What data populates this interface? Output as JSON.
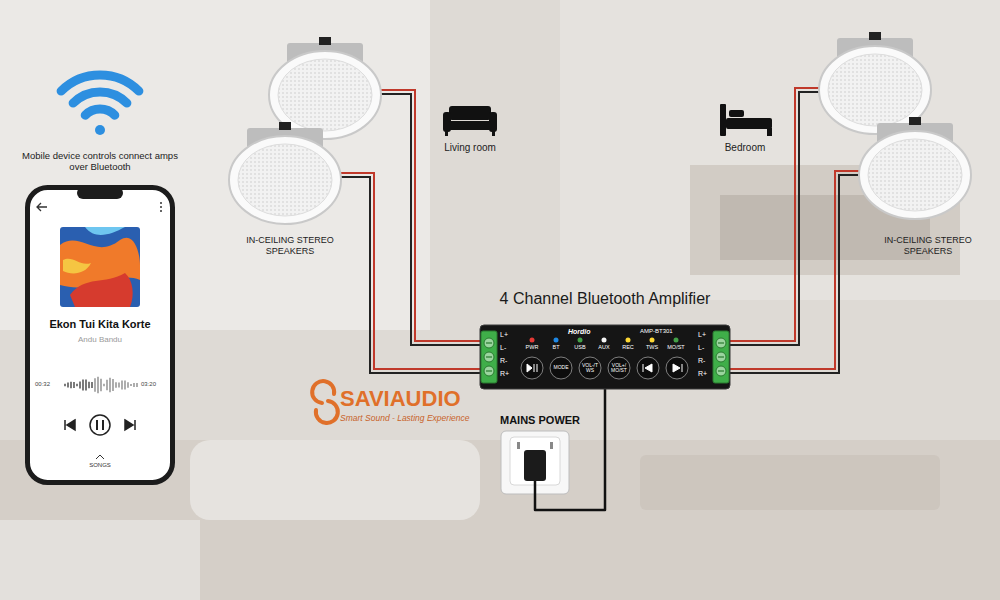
{
  "diagram": {
    "nodes": [
      {
        "text": [
          "Ekon Tui Kita Korte",
          "Andu Bandu",
          "00:32",
          "03:20",
          "SONGS"
        ]
      },
      {
        "text": [
          "4 Channel Bluetooth Amplifier",
          "Hordio",
          "AMP-BT301",
          "PWR",
          "BT",
          "USB",
          "AUX",
          "REC",
          "TWS",
          "MO/ST",
          "MODE",
          "VOL-/TWS",
          "VOL+/MO/ST",
          "L+",
          "L-",
          "R-",
          "R+",
          "L+",
          "L-",
          "R-",
          "R+"
        ]
      },
      {
        "text": [
          "MAINS POWER"
        ]
      }
    ],
    "edges": [
      {
        "from": 1,
        "to": 2,
        "arrow": "none"
      }
    ],
    "labels": [
      "Mobile device controls connect amps over Bluetooth",
      "Living room",
      "Bedroom",
      "IN-CEILING STEREO SPEAKERS",
      "IN-CEILING STEREO SPEAKERS",
      "SAVIAUDIO",
      "Smart Sound - Lasting Experience"
    ]
  }
}
